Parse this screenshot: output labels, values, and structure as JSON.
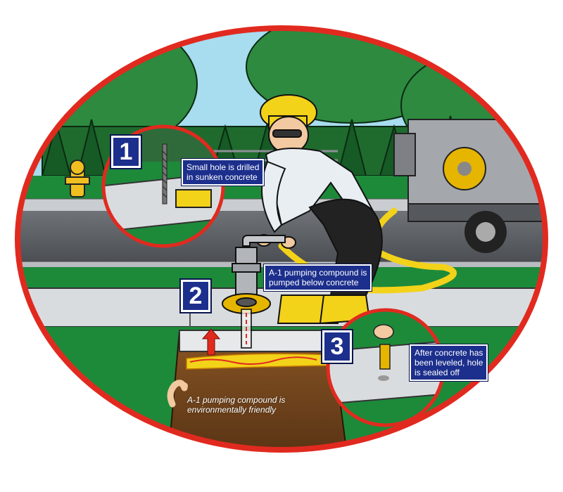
{
  "steps": [
    {
      "number": "1",
      "caption": "Small hole is drilled\nin sunken concrete"
    },
    {
      "number": "2",
      "caption": "A-1 pumping compound is\npumped below concrete"
    },
    {
      "number": "3",
      "caption": "After concrete has\nbeen leveled, hole\nis sealed off"
    }
  ],
  "soil_note": "A-1 pumping compound is\nenvironmentally friendly",
  "colors": {
    "frame": "#e12a1f",
    "badge": "#1c2f8c",
    "grass": "#1d8a3a",
    "sky": "#a8dcef",
    "soil": "#7a4a1e",
    "concrete": "#d9dcdf",
    "hose": "#f3d21a"
  }
}
